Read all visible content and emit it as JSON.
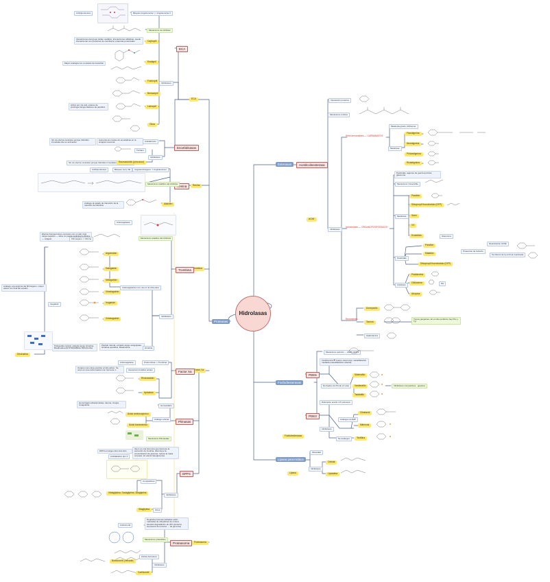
{
  "central": "Hidrolasas",
  "branches": {
    "proteasas": {
      "label": "Proteasas",
      "eca": {
        "label": "ECA",
        "angiotensin": "Antihipertensivo",
        "receptor": "Bloqueo Angiotensina I ⇒ Angiotensina II",
        "mecanismo": "Mecanismo de inhibidor",
        "captopril_note": "Interacciones del grupo tiolato metálico; Interacciones alifáticas, puede interaccionar con proteínas de membrana, proteínas potenciales",
        "captopril": "Captopril",
        "enalapril": "Enalapril",
        "transicion": "Mayor analogía con el estado de transición",
        "fosinopril": "Fosinopril",
        "benazepril": "Benazepril",
        "lisinopril": "Lisinopril",
        "profarmacos": "Activo por vía oral, esteres de prodroga transportadores de péptidos",
        "otros": "Otros",
        "inhibidores": "Inhibidores"
      },
      "encefalinasas": {
        "label": "Encefalinasas",
        "tag": "Encefalinasas",
        "nota1": "Sin de efectos centrales porque hidrolisis inmediata tras su activación",
        "nota2": "Aumenta los niveles de encefalinas en la sinapsis neuronal",
        "antidiarreico": "Antidiarreico",
        "tiorfan": "Tiorfano",
        "racecadotrilo": "Racecadotrilo (precursor)",
        "inhibidores": "Inhibidores"
      },
      "renina": {
        "label": "Renina",
        "tag": "Renina",
        "antihipertensivo": "Antihipertensivo",
        "bloqueo": "Bloqueo Lucy Val",
        "angiotensin": "Angiotensinógeno ⇒ Angiotensina I",
        "mecanismo": "Mecanismo analítico del inhibidor",
        "analogo": "Análogo al estado de transición de la reacción de hidrólisis",
        "aliskiren": "Aliskiren"
      },
      "trombina": {
        "label": "Trombina",
        "tag": "Trombina",
        "anticoagulante": "Anticoagulante",
        "mecanismo": "Mecanismo analítico del inhibidor",
        "nota": "Efectos fisicoquímicos cercanos con un alto nivel carga negativo — sitios no puede participar la fibrina — coágulo",
        "fibrinogeno": "Fibrinógeno ⇒ Fibrina",
        "analogos": "Análogo a la arginina del fibrinógeno, mayor efecto con final del estudio",
        "argatroban": "Argatroban",
        "dabigatran": "Dabigatrán",
        "melagatran": "Melagatrán",
        "ximelagatran": "Ximelagatrán",
        "inogatran": "Inogatrán",
        "inhibidores": "Inhibidores",
        "uso": "Anticoagulantes con uso en la vida sana",
        "hirudina": "Hirudina",
        "hirudina_nota": "Polipeptido natural, aislada sangu Hirudina, Bivalirudina ANTITROMBINA TRICICLINA",
        "peptido": "Péptido natural, extraído sangu sanguijuela. Hirudina peptídica, Bivalirudina",
        "desirudina": "Desirudina"
      },
      "factor_xa": {
        "label": "Factor Xa",
        "tag": "Factor Xa",
        "anticoagulante": "Anticoagulante",
        "protrombina": "Protrombina ⇒ Trombina",
        "nota": "Ocupan una unica posición al sitio activo. Se unen en una conformación con forma de L",
        "bolsillo": "Interacción bolsillos acidos",
        "rivaroxaban": "Rivaroxabán",
        "apixaban": "Apixabán"
      },
      "plimasas": {
        "label": "Plimasas",
        "tag": "Plimasas",
        "nota": "Hemorragia subaracnoidea, trauma, cirugía, Coagulante",
        "hemostatico": "Hemostático",
        "aminocaproico": "Ácido aminocaproico",
        "tranexamico": "Ácido tranexámico",
        "analogo": "Análogo a lisina",
        "mecanismo": "Mecanismo Plimasidas"
      },
      "dpp4": {
        "label": "DPP4",
        "tag": "DPP4",
        "nota1": "DPP4 es larga unión dos sitio",
        "antidiabetico": "Antidiabético tipo 2",
        "nota2": "Glp-1 es una hormona que favorece la secreción de Insulina, disminuye la concentración de glucosa, reduce la masa corporal, sin efecto hipoglucemia",
        "competitivos": "Competitivos",
        "gliptinas": "Vildagliptina, Saxagliptina, Sitagliptina",
        "sitagliptina": "Sitagliptina",
        "otros": "Otros",
        "inhibidores": "Inhibidores"
      },
      "proteasoma": {
        "label": "Proteasoma",
        "tag": "Proteasoma",
        "antitumoral": "Antitumoral",
        "nota": "Degrada proteínas dañadas están marcadas de ubiquitinas de control, elevado degradación de p53 (proteína supresora de tumores → de genoma)",
        "mecanismo": "Mecanismo proteolítico",
        "boronico": "Ácidos borónicos",
        "bortezomib": "Bortezomib (Velcade)",
        "carfilzomib": "Carfilzomib",
        "inhibidores": "Inhibidores"
      }
    },
    "esterasas": {
      "label": "Esterasas",
      "ache": {
        "label": "Acetilcolinesterasa",
        "interaccion": "Interacción proteína",
        "mecanismo": "Mecanismo enzima",
        "inhibidores": "Inhibidores",
        "ache_tag": "AChE",
        "carbamatos": {
          "label": "Semi-irreversibles — CARBAMATOS",
          "miastenia": "Miastenia gravis, Alzheimer",
          "fisostigmina": "Fisostigmina",
          "neostigmina": "Neostigmina",
          "piridostigmina": "Piridostigmina",
          "rivastigmina": "Rivastigmina",
          "medicinas": "Medicinas"
        },
        "organofosforados": {
          "label": "Irreversibles — ORGANOFOSFORADOS",
          "nota": "Pesticidas, agentes de guerra química, glaucoma",
          "mecanismo": "Mecanismo irreversible",
          "paration": "Paratión",
          "malation": "Malatión",
          "sarin": "Sarín",
          "vx": "VX",
          "ecotiofato": "Ecotiofato",
          "diisopropil": "Diisopropil fluorofosfato (DFP)",
          "glaucoma": "Glaucoma",
          "medicinas": "Medicinas",
          "pesticidas": "Pesticidas",
          "antidotos": "Antídotos",
          "pralidoxima": "Pralidoxima",
          "obidoxima": "Obidoxima",
          "atropina": "Atropina",
          "prot_toxico": "Protección de fosforilo",
          "reactivacion": "Reactivación AChE",
          "nota_reac": "Se liberan de la enzima reactivada",
          "pra2": "Pralidoxima (2-PAM)",
          "n_btn": "NH"
        },
        "reversibles": {
          "label": "Reversibles",
          "donepezilo": "Donepezilo",
          "tacrina": "Tacrina",
          "galantamina": "Galantamina",
          "nota": "Tiopos gargantes, En el sitio periférico hay Phe y Tyr"
        }
      },
      "fosfodiesterasas": {
        "label": "Fosfodiesterasas",
        "tag": "Fosfodiesterasas",
        "mecanismo": "Mecanismo químico → AMPc GMPc",
        "pde5": "PDE5",
        "pde5_nota": "Insuficiencia ❤ cuerpo cavernoso, vasodilatación mediada (vasodilatación arterial)",
        "derivados": "Derivados de Pirróle (2 vías)",
        "sildenafilo": "Sildenafilo",
        "vardenafilo": "Vardenafilo",
        "tadalafilo": "Tadalafilo",
        "pde5_inhib": "Inhibidores competitivos · guanina",
        "pde3": "PDE3",
        "pde3_nota": "Disfunción eréctil, HT pulmonar",
        "analogos": "Análogos al AMP",
        "cilostazol": "Cilostazol",
        "milrinona": "Milrinona",
        "inhibidores": "Inhibidores",
        "no_analogos": "No análogos",
        "teofilina": "Teofilina"
      },
      "lipasa": {
        "label": "Lipasa pancreática",
        "tag": "Lipasa",
        "obesidad": "Obesidad",
        "orlistat": "Orlistat",
        "lipstatin": "Lipstatina",
        "inhibidores": "Inhibidores"
      }
    }
  },
  "colors": {
    "main": "#7f9cc7",
    "sub_border": "#c15c5c",
    "line": "#4a5f86",
    "yellow": "#fde96f",
    "red": "#e3342f"
  }
}
